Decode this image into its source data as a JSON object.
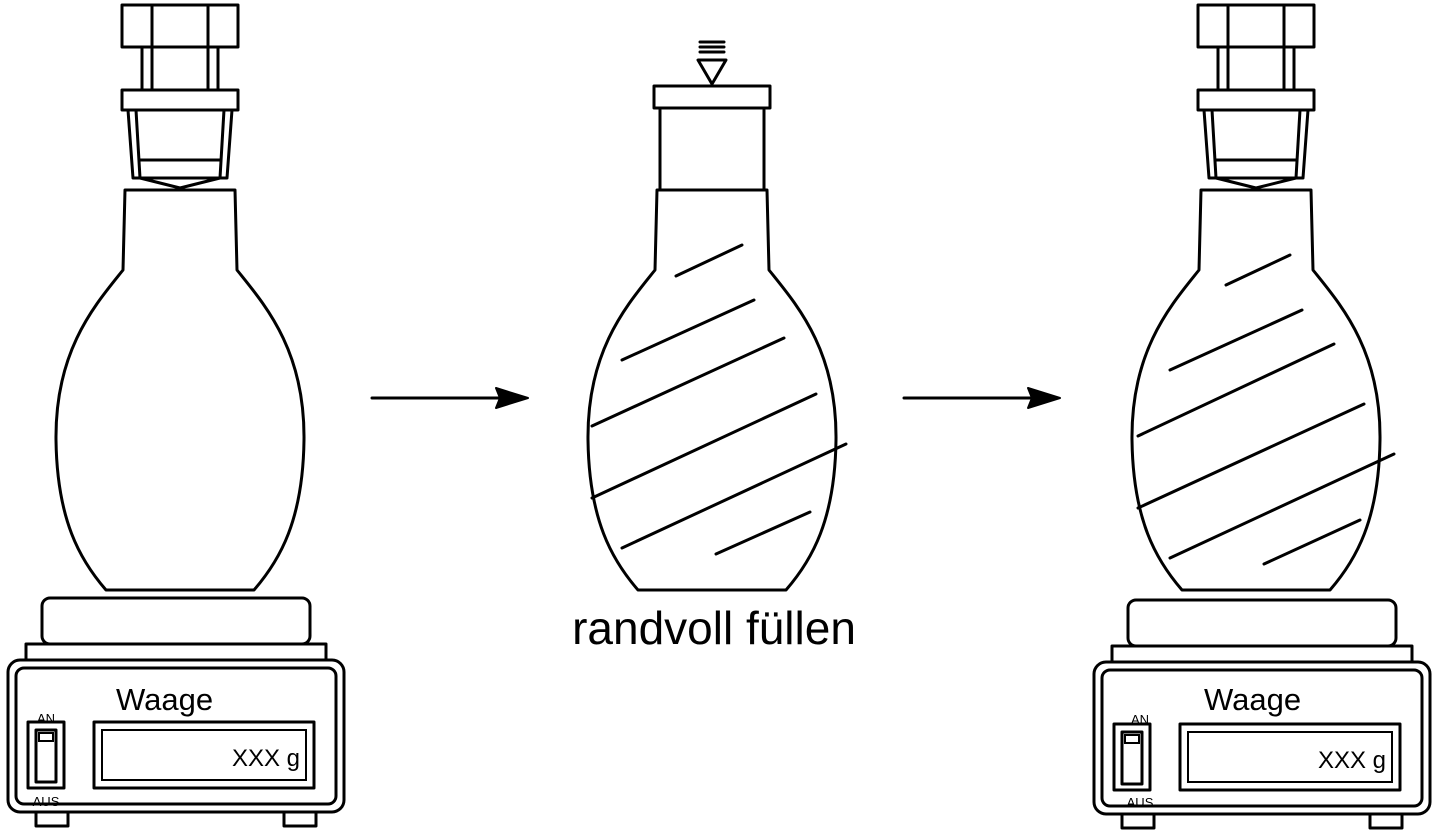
{
  "step_label": "randvoll füllen",
  "scales": [
    {
      "label": "Waage",
      "switch_on": "AN",
      "switch_off": "AUS",
      "reading": "XXX g"
    },
    {
      "label": "Waage",
      "switch_on": "AN",
      "switch_off": "AUS",
      "reading": "XXX g"
    }
  ]
}
